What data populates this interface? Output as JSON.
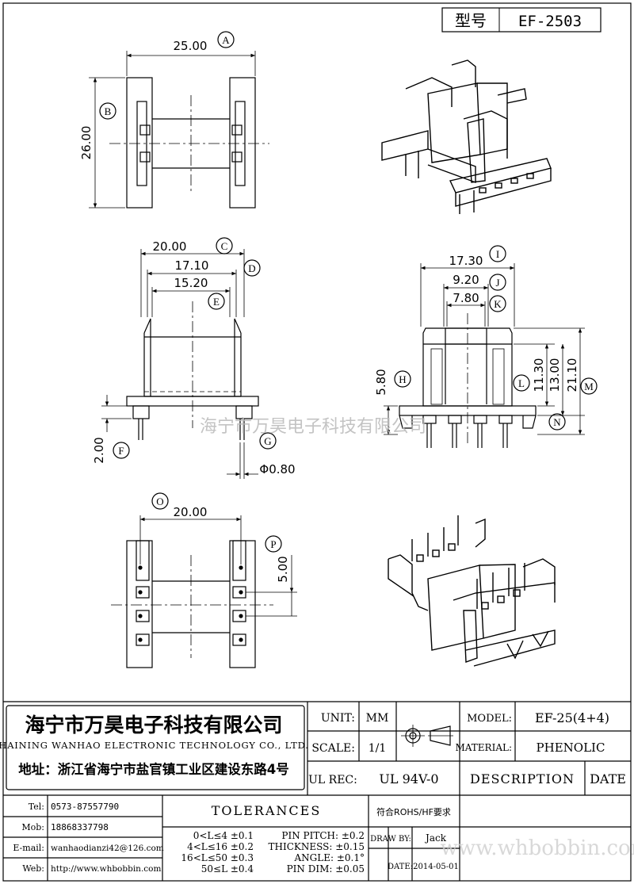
{
  "model_box": {
    "label": "型号",
    "value": "EF-2503"
  },
  "top_view": {
    "label_a": "A",
    "label_b": "B",
    "dim_width": "25.00",
    "dim_height": "26.00"
  },
  "front_view": {
    "label_c": "C",
    "label_d": "D",
    "label_e": "E",
    "label_f": "F",
    "label_g": "G",
    "dim_c": "20.00",
    "dim_d": "17.10",
    "dim_e": "15.20",
    "dim_f": "2.00",
    "dim_g": "Φ0.80"
  },
  "side_view": {
    "label_h": "H",
    "label_i": "I",
    "label_j": "J",
    "label_k": "K",
    "label_l": "L",
    "label_m": "M",
    "label_n": "N",
    "dim_i": "17.30",
    "dim_j": "9.20",
    "dim_k": "7.80",
    "dim_h": "5.80",
    "dim_l": "11.30",
    "dim_13": "13.00",
    "dim_m": "21.10"
  },
  "bottom_view": {
    "label_o": "O",
    "label_p": "P",
    "dim_o": "20.00",
    "dim_p": "5.00"
  },
  "watermark": "海宁市万昊电子科技有限公司",
  "title_block": {
    "company_cn": "海宁市万昊电子科技有限公司",
    "company_en": "HAINING WANHAO ELECTRONIC TECHNOLOGY CO., LTD.",
    "address": "地址：浙江省海宁市盐官镇工业区建设东路4号",
    "unit_label": "UNIT:",
    "unit_value": "MM",
    "scale_label": "SCALE:",
    "scale_value": "1/1",
    "ul_label": "UL REC:",
    "ul_value": "UL 94V-0",
    "model_label": "MODEL:",
    "model_value": "EF-25(4+4)",
    "material_label": "MATERIAL:",
    "material_value": "PHENOLIC",
    "description_label": "DESCRIPTION",
    "date_label": "DATE",
    "tolerances_title": "TOLERANCES",
    "rohs": "符合ROHS/HF要求",
    "contacts": [
      {
        "label": "Tel:",
        "value": "0573-87557790"
      },
      {
        "label": "Mob:",
        "value": "18868337798"
      },
      {
        "label": "E-mail:",
        "value": "wanhaodianzi42@126.com"
      },
      {
        "label": "Web:",
        "value": "http://www.whbobbin.com"
      }
    ],
    "length_tolerances": [
      "0<L≤4 ±0.1",
      "4<L≤16 ±0.2",
      "16<L≤50 ±0.3",
      "50≤L ±0.4"
    ],
    "other_tolerances": [
      "PIN PITCH: ±0.2",
      "THICKNESS: ±0.15",
      "ANGLE: ±0.1°",
      "PIN DIM: ±0.05"
    ],
    "drawn_label": "DRAW BY:",
    "drawn_value": "Jack",
    "date_field_label": "DATE:",
    "date_value": "2014-05-01",
    "site_watermark": "www.whbobbin.com"
  }
}
